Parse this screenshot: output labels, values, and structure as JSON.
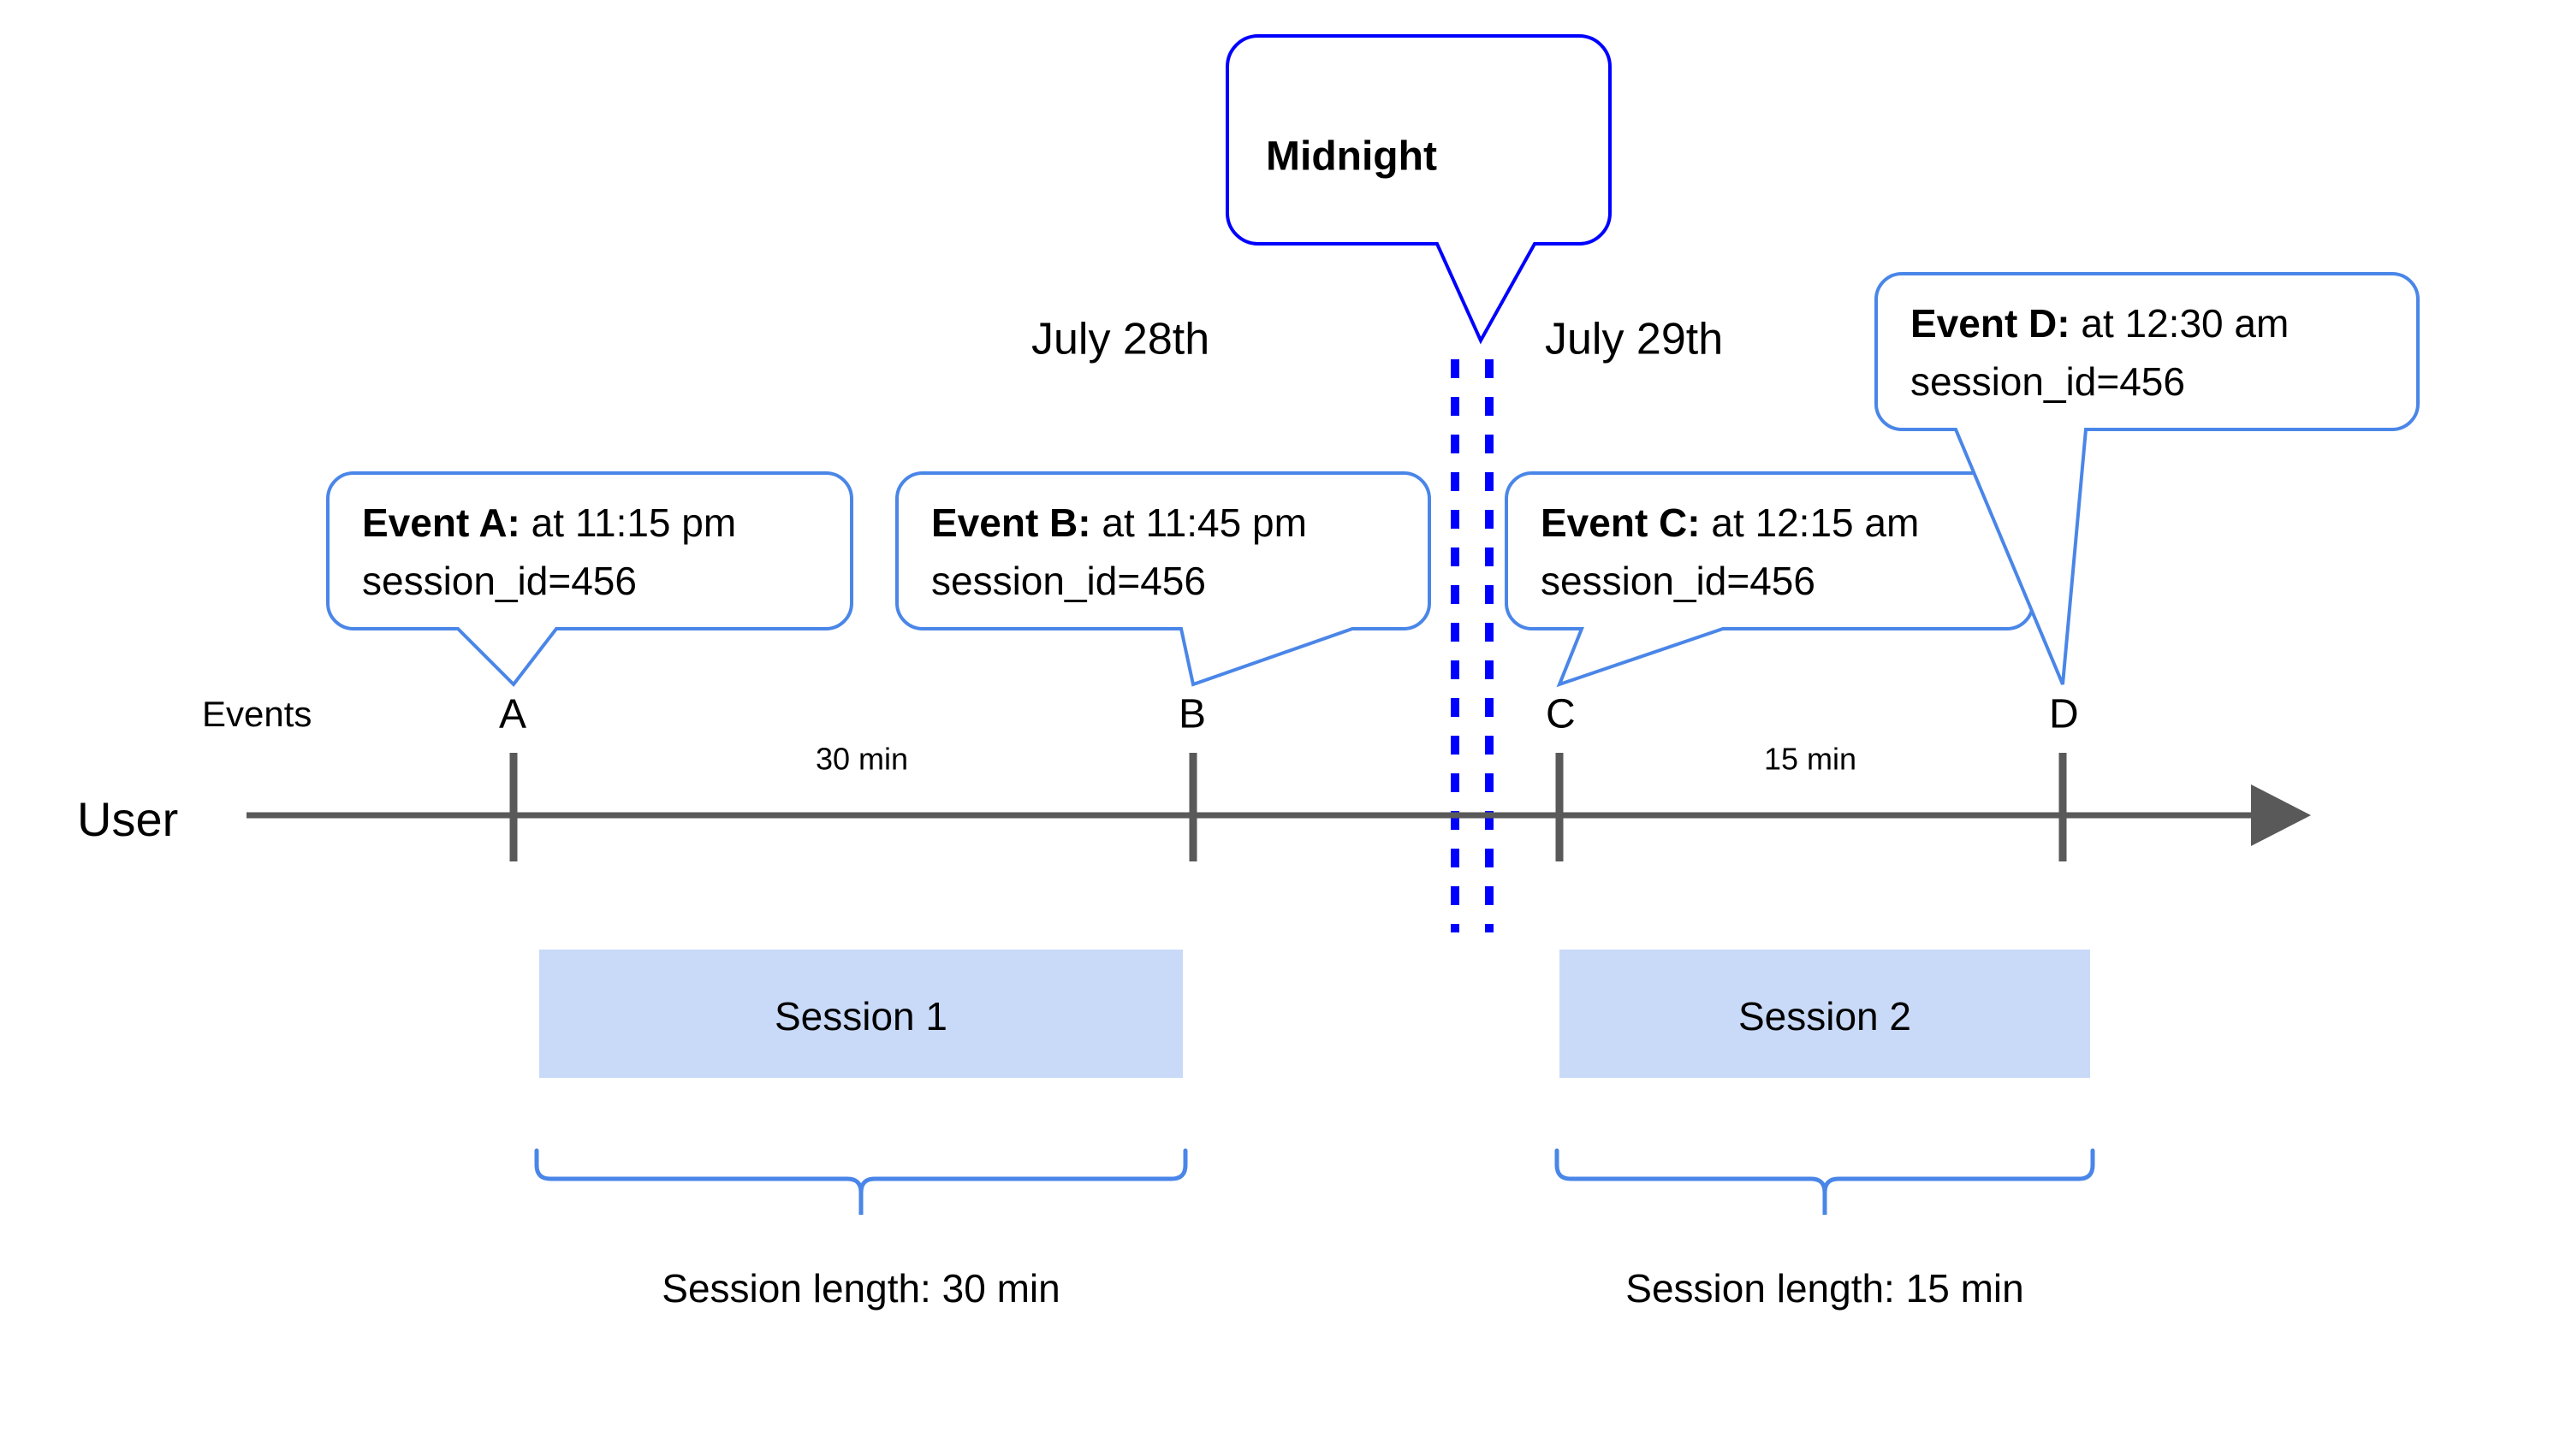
{
  "diagram": {
    "title_callout": {
      "label": "Midnight"
    },
    "dates": [
      {
        "label": "July 28th"
      },
      {
        "label": "July 29th"
      }
    ],
    "row_labels": {
      "events": "Events",
      "user": "User"
    },
    "events": [
      {
        "tick": "A",
        "bold": "Event A:",
        "rest": " at 11:15 pm",
        "line2": "session_id=456",
        "time": "11:15 pm",
        "session_id": "456"
      },
      {
        "tick": "B",
        "bold": "Event B:",
        "rest": " at 11:45 pm",
        "line2": "session_id=456",
        "time": "11:45 pm",
        "session_id": "456"
      },
      {
        "tick": "C",
        "bold": "Event C:",
        "rest": " at 12:15 am",
        "line2": "session_id=456",
        "time": "12:15 am",
        "session_id": "456"
      },
      {
        "tick": "D",
        "bold": "Event D:",
        "rest": " at 12:30 am",
        "line2": "session_id=456",
        "time": "12:30 am",
        "session_id": "456"
      }
    ],
    "gaps": [
      {
        "label": "30 min"
      },
      {
        "label": "15 min"
      }
    ],
    "sessions": [
      {
        "label": "Session 1",
        "length_label": "Session length: 30 min"
      },
      {
        "label": "Session 2",
        "length_label": "Session length: 15 min"
      }
    ],
    "colors": {
      "callout_border": "#4a86e8",
      "midnight_border": "#0000ff",
      "midnight_dash": "#0000ff",
      "axis": "#595959",
      "session_fill": "#c9daf8",
      "background": "#ffffff",
      "text": "#000000"
    }
  }
}
